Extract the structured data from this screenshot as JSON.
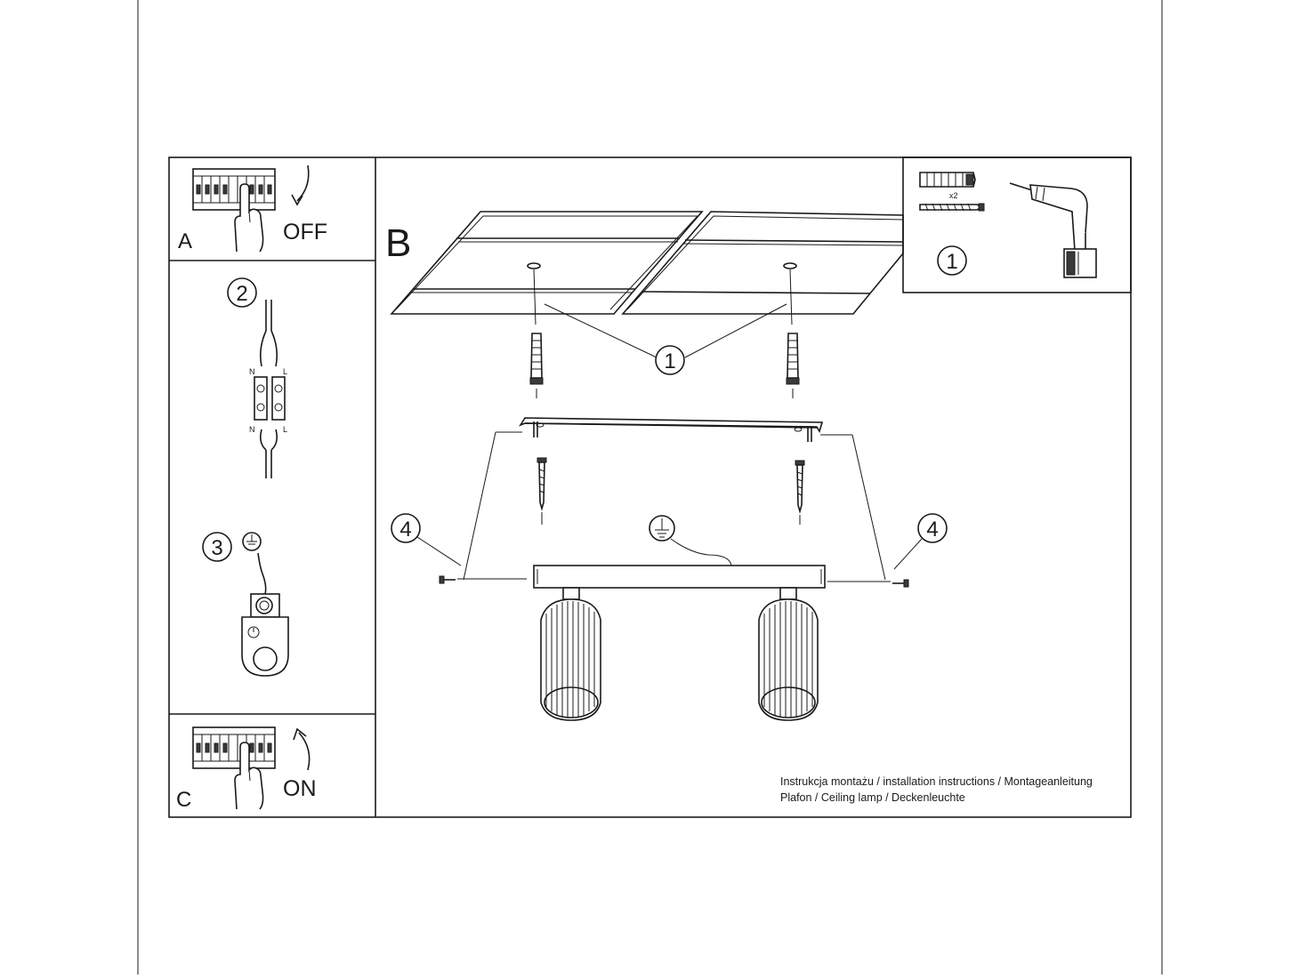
{
  "panels": {
    "a": {
      "letter": "A",
      "action": "OFF"
    },
    "c": {
      "letter": "C",
      "action": "ON"
    },
    "b": {
      "letter": "B"
    }
  },
  "steps": {
    "one": "1",
    "two": "2",
    "three": "3",
    "four": "4"
  },
  "terminal": {
    "neutral": "N",
    "live": "L"
  },
  "parts": {
    "anchor_qty": "x2"
  },
  "footer": {
    "line1": "Instrukcja montażu / installation instructions / Montageanleitung",
    "line2": "Plafon / Ceiling lamp / Deckenleuchte"
  }
}
